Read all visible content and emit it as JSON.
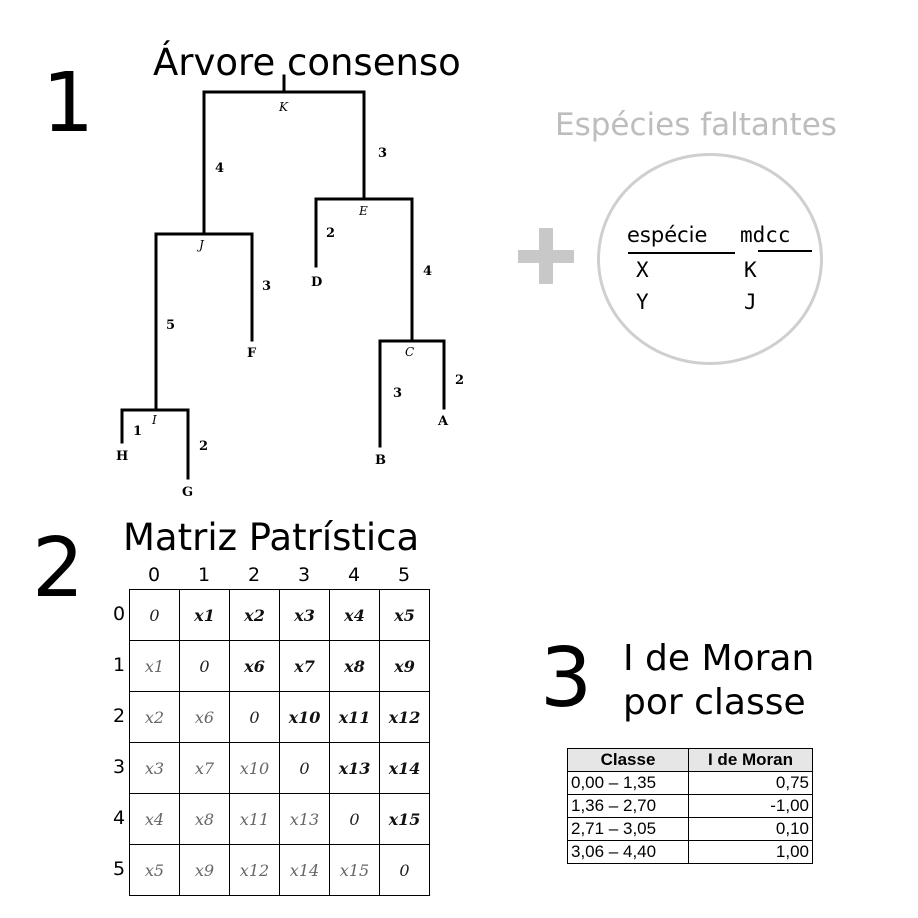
{
  "section1": {
    "number": "1",
    "title": "Árvore consenso",
    "tree": {
      "node_labels": [
        "K",
        "J",
        "E",
        "C",
        "I"
      ],
      "branch_lengths": [
        "4",
        "3",
        "5",
        "3",
        "2",
        "4",
        "3",
        "2",
        "1",
        "2"
      ],
      "tips": [
        "H",
        "G",
        "F",
        "D",
        "B",
        "A"
      ]
    }
  },
  "missing": {
    "title": "Espécies faltantes",
    "headers": [
      "espécie",
      "mdcc"
    ],
    "rows": [
      [
        "X",
        "K"
      ],
      [
        "Y",
        "J"
      ]
    ]
  },
  "section2": {
    "number": "2",
    "title": "Matriz Patrística",
    "col_headers": [
      "0",
      "1",
      "2",
      "3",
      "4",
      "5"
    ],
    "row_headers": [
      "0",
      "1",
      "2",
      "3",
      "4",
      "5"
    ],
    "cells": [
      [
        "0",
        "x1",
        "x2",
        "x3",
        "x4",
        "x5"
      ],
      [
        "x1",
        "0",
        "x6",
        "x7",
        "x8",
        "x9"
      ],
      [
        "x2",
        "x6",
        "0",
        "x10",
        "x11",
        "x12"
      ],
      [
        "x3",
        "x7",
        "x10",
        "0",
        "x13",
        "x14"
      ],
      [
        "x4",
        "x8",
        "x11",
        "x13",
        "0",
        "x15"
      ],
      [
        "x5",
        "x9",
        "x12",
        "x14",
        "x15",
        "0"
      ]
    ]
  },
  "section3": {
    "number": "3",
    "title_line1": "I de Moran",
    "title_line2": "por classe",
    "headers": [
      "Classe",
      "I de Moran"
    ],
    "rows": [
      [
        "0,00 – 1,35",
        "0,75"
      ],
      [
        "1,36 – 2,70",
        "-1,00"
      ],
      [
        "2,71 – 3,05",
        "0,10"
      ],
      [
        "3,06 – 4,40",
        "1,00"
      ]
    ]
  }
}
